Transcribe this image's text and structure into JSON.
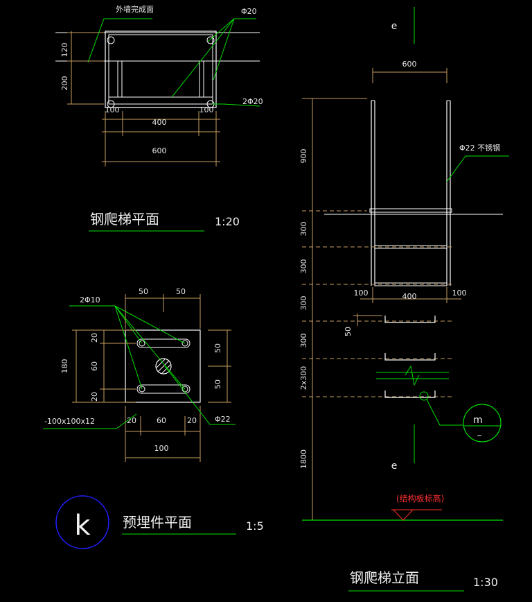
{
  "plan": {
    "wall_finish_label": "外墙完成面",
    "rebar_top_label": "Φ20",
    "rebar_bottom_label": "2Φ20",
    "dim_120": "120",
    "dim_200": "200",
    "dim_100_left": "100",
    "dim_100_right": "100",
    "dim_400": "400",
    "dim_600": "600",
    "title": "钢爬梯平面",
    "scale": "1:20"
  },
  "embed": {
    "anchor_label": "2Φ10",
    "dim_50_left": "50",
    "dim_50_right": "50",
    "dim_180": "180",
    "dim_20_top": "20",
    "dim_60_v": "60",
    "dim_20_bot": "20",
    "dim_50_rt": "50",
    "dim_50_rb": "50",
    "dim_20_bl": "20",
    "dim_60_h": "60",
    "dim_20_br": "20",
    "dim_100": "100",
    "plate_label": "-100x100x12",
    "bolt_label": "Φ22",
    "callout_letter": "k",
    "title": "预埋件平面",
    "scale": "1:5"
  },
  "elev": {
    "axis_top": "e",
    "axis_bottom": "e",
    "dim_600": "600",
    "rail_label": "Φ22 不锈钢",
    "dim_900": "900",
    "dim_300_a": "300",
    "dim_300_b": "300",
    "dim_300_c": "300",
    "dim_300_d": "300",
    "dim_2x300": "2x300",
    "dim_1800": "1800",
    "dim_100_l": "100",
    "dim_400": "400",
    "dim_100_r": "100",
    "dim_50": "50",
    "detail_top": "m",
    "detail_bottom": "–",
    "level_label": "(结构板标高)",
    "title": "钢爬梯立面",
    "scale": "1:30"
  },
  "colors": {
    "background": "#000000",
    "steel": "#ffffff",
    "dimension": "#c8a060",
    "leader": "#00e000",
    "callout": "#2020ff",
    "level": "#ff3030"
  }
}
